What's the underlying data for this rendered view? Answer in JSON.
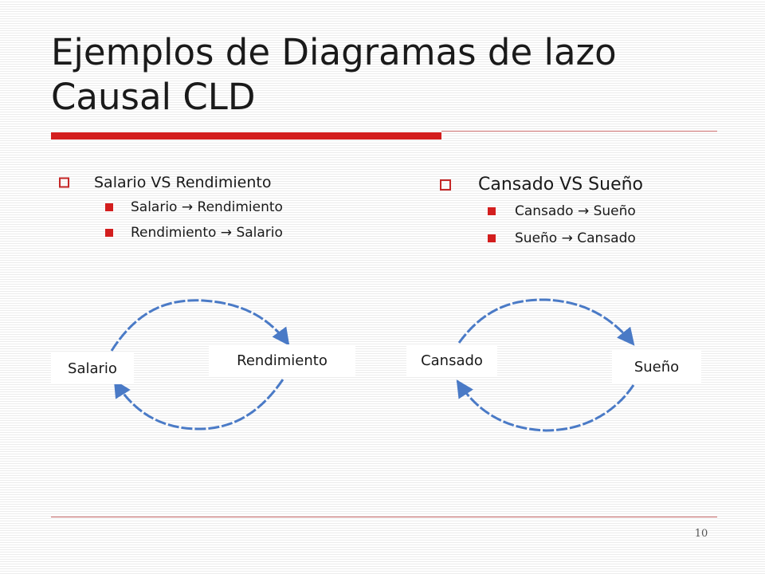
{
  "slide": {
    "title": "Ejemplos de Diagramas de lazo Causal CLD",
    "page_number": "10"
  },
  "left_section": {
    "heading": "Salario VS Rendimiento",
    "items": [
      {
        "from": "Salario",
        "arrow": "→",
        "to": "Rendimiento"
      },
      {
        "from": "Rendimiento",
        "arrow": "→",
        "to": "Salario"
      }
    ]
  },
  "right_section": {
    "heading": "Cansado VS Sueño",
    "items": [
      {
        "from": "Cansado",
        "arrow": "→",
        "to": "Sueño"
      },
      {
        "from": "Sueño",
        "arrow": "→",
        "to": "Cansado"
      }
    ]
  },
  "diagram_left": {
    "node_a": "Salario",
    "node_b": "Rendimiento"
  },
  "diagram_right": {
    "node_a": "Cansado",
    "node_b": "Sueño"
  },
  "colors": {
    "accent_red": "#d31e1e",
    "arrow_blue": "#4a7ac6"
  }
}
